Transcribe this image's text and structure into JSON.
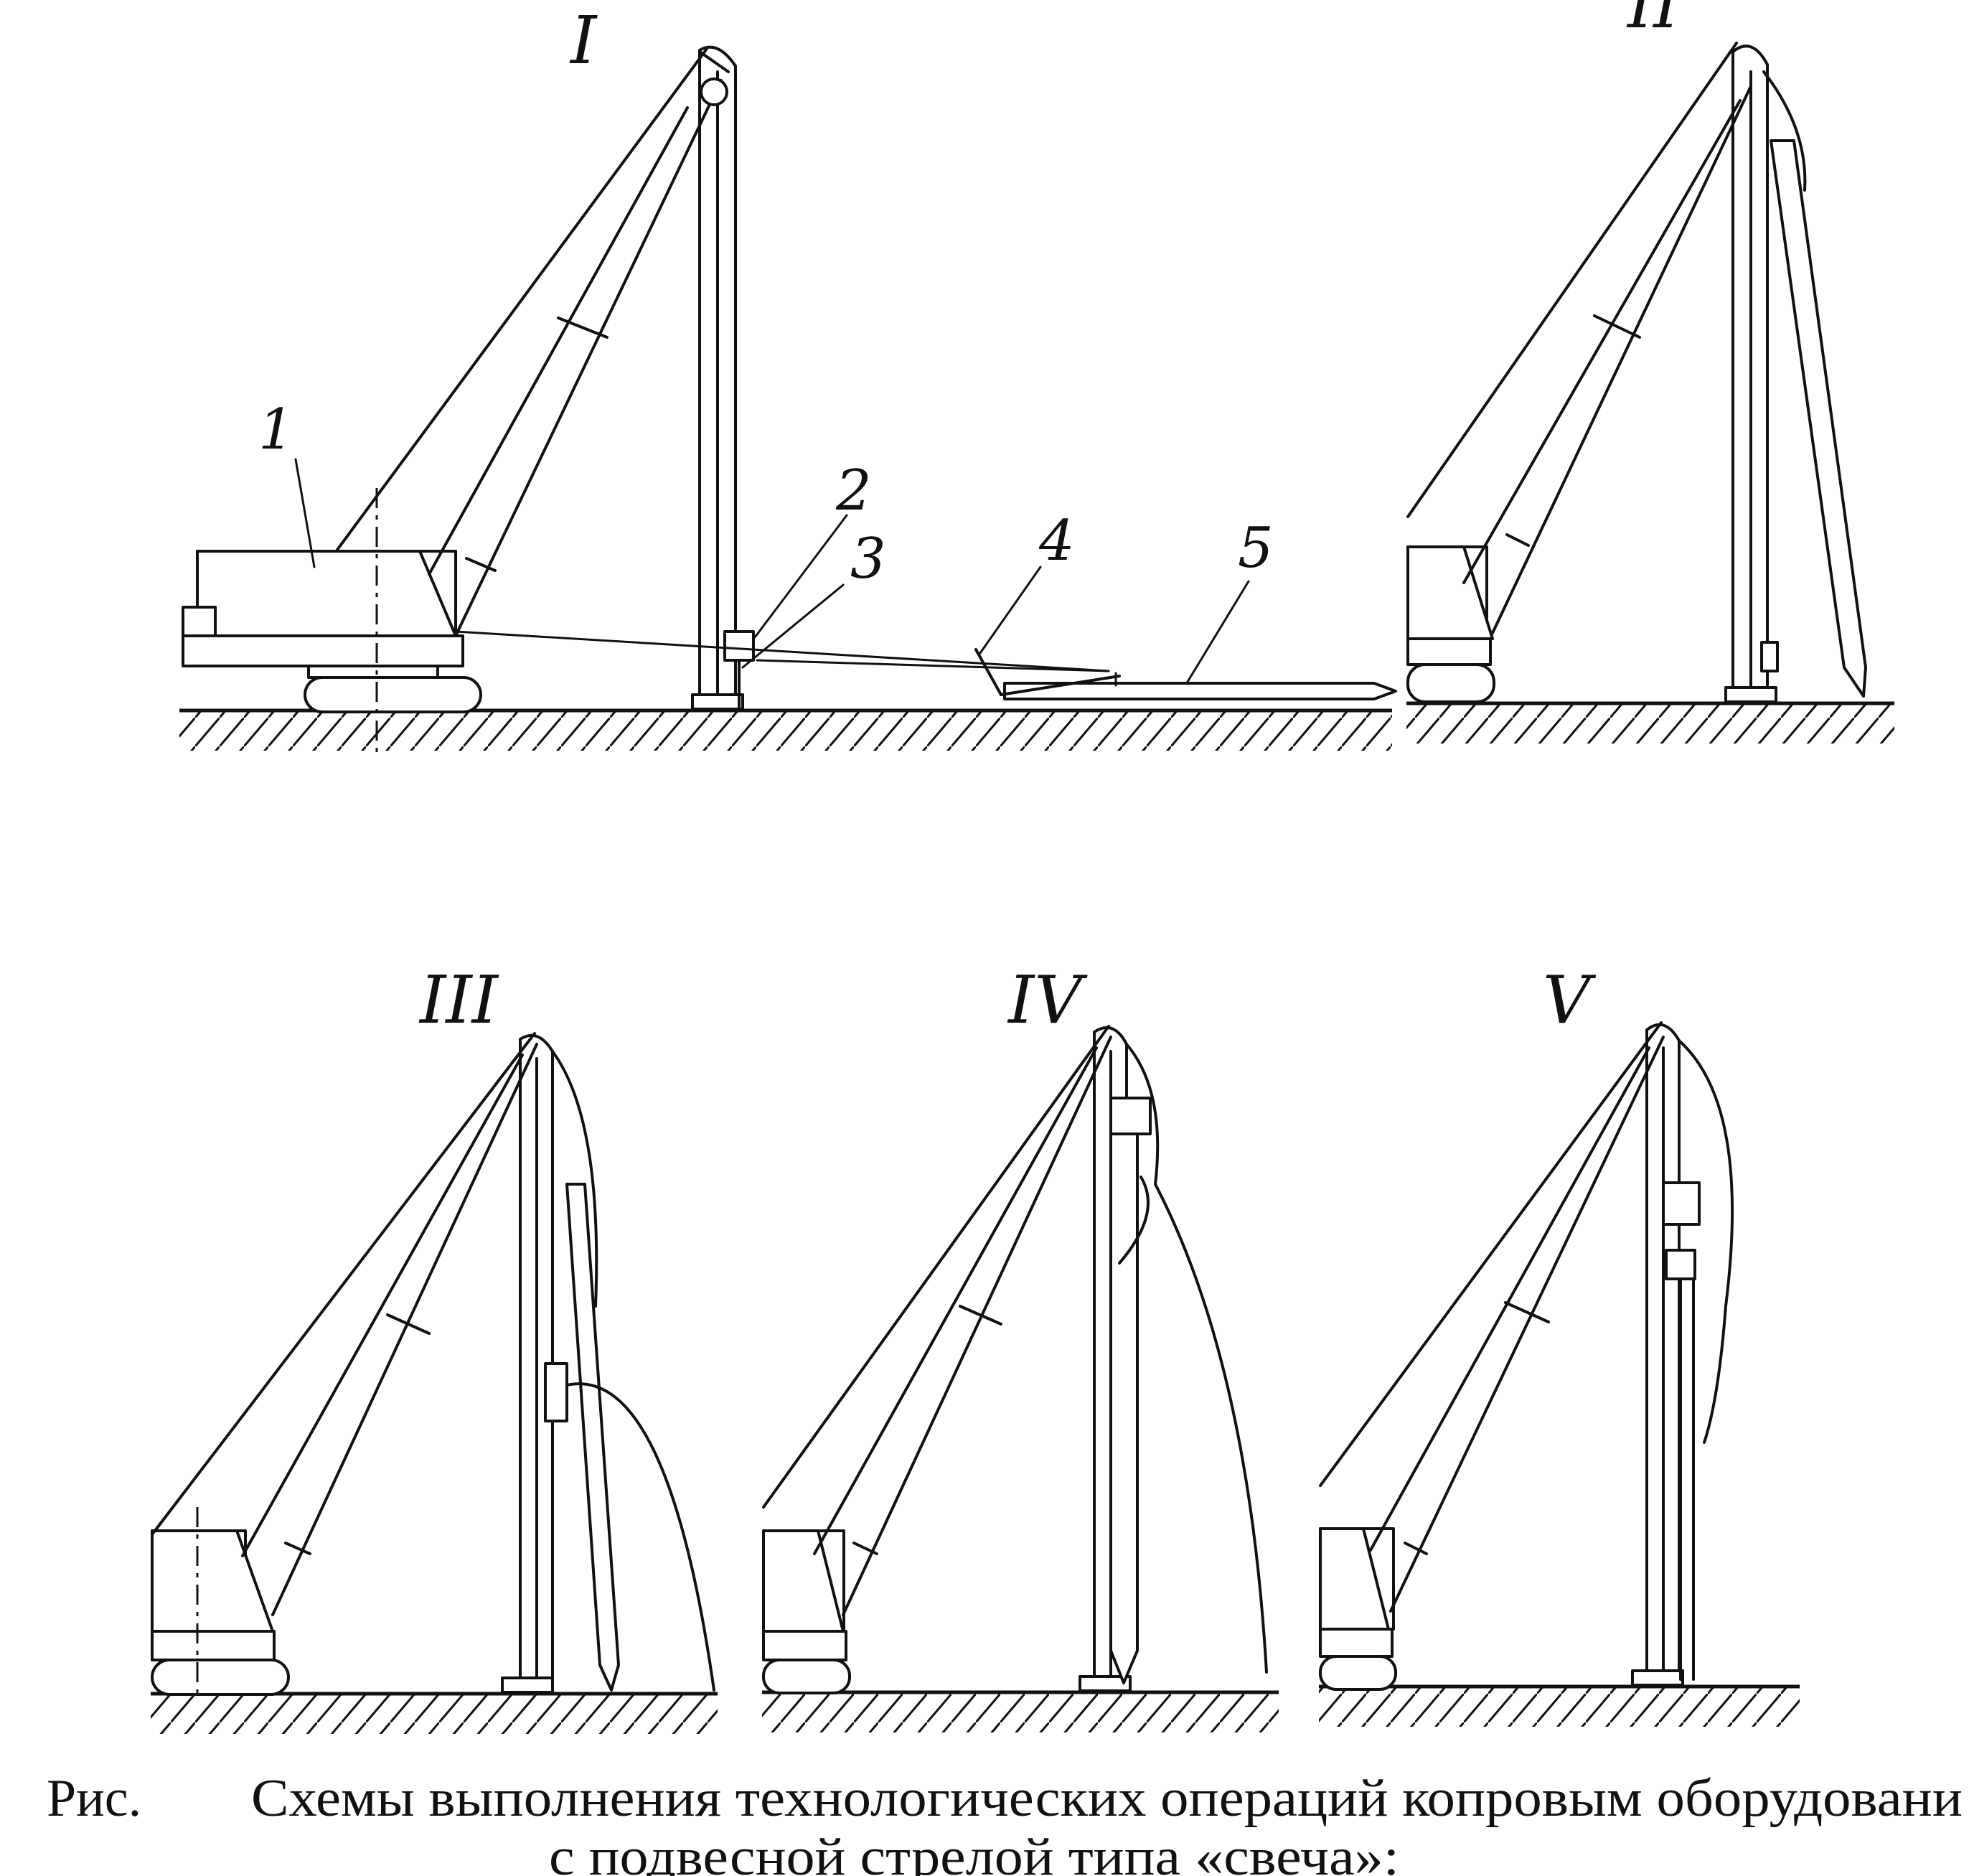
{
  "stages": {
    "s1": "I",
    "s2": "II",
    "s3": "III",
    "s4": "IV",
    "s5": "V"
  },
  "labels": {
    "n1": "1",
    "n2": "2",
    "n3": "3",
    "n4": "4",
    "n5": "5"
  },
  "caption": {
    "prefix": "Рис.",
    "line1": "Схемы выполнения технологических операций копровым оборудовани",
    "line2": "с подвесной стрелой типа «свеча»:"
  }
}
